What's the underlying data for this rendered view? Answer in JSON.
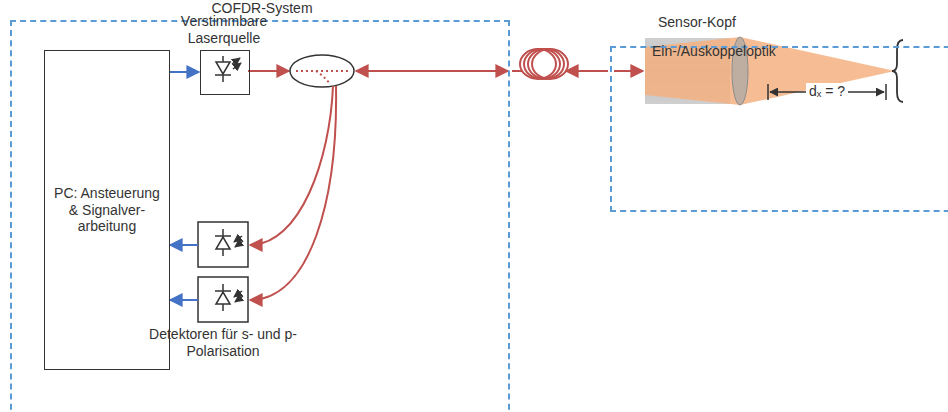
{
  "diagram": {
    "nodes": [
      {
        "text": [
          "COFDR-System"
        ]
      },
      {
        "text": [
          "PC: Ansteuerung & Signalver-arbeitung"
        ],
        "in": 0
      },
      {
        "text": [
          "Verstimmbare Laserquelle"
        ],
        "in": 0
      },
      {
        "text": [
          "Sensor-Kopf"
        ]
      },
      {
        "text": [
          "Ein-/Auskoppeloptik"
        ],
        "in": 3
      }
    ],
    "edges": [
      {
        "from": 1,
        "to": 2,
        "arrow": "to"
      }
    ],
    "labels": [
      "Detektoren für s- und p-Polarisation",
      "dₓ = ?"
    ]
  }
}
